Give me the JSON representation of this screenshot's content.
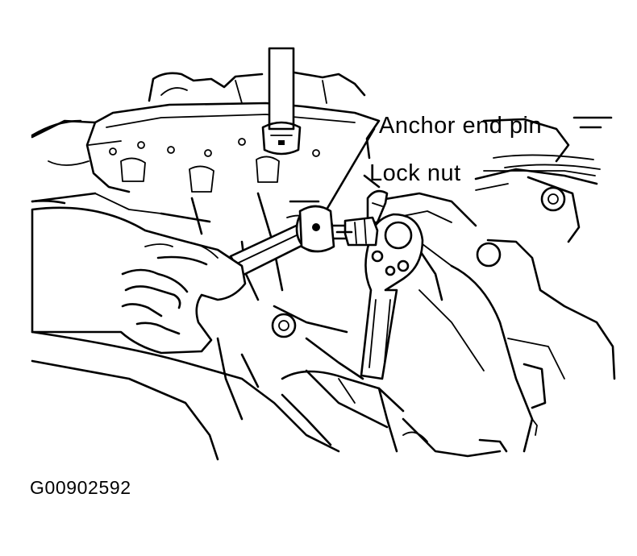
{
  "figure": {
    "callouts": {
      "anchor_end_pin": "Anchor end pin",
      "lock_nut": "Lock nut"
    },
    "figure_code": "G00902592"
  }
}
